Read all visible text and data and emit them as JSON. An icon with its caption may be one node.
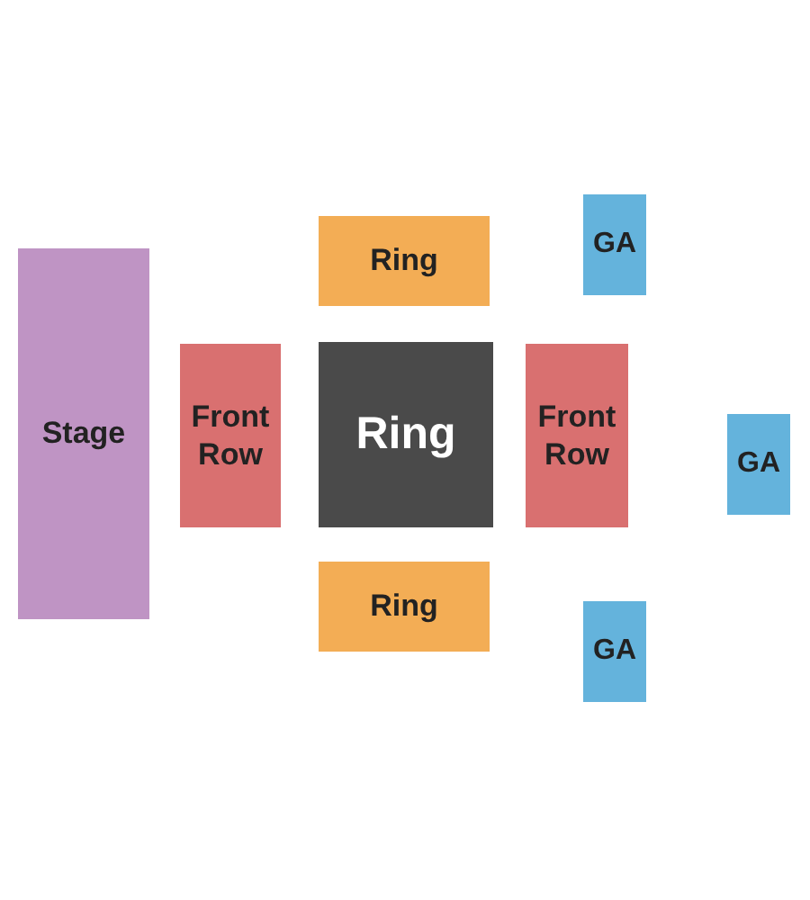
{
  "diagram": {
    "nodes": [
      {
        "text": [
          "Ring"
        ]
      },
      {
        "text": [
          "GA"
        ]
      },
      {
        "text": [
          "Stage"
        ]
      },
      {
        "text": [
          "Front Row"
        ]
      },
      {
        "text": [
          "Ring"
        ]
      },
      {
        "text": [
          "Front Row"
        ]
      },
      {
        "text": [
          "GA"
        ]
      },
      {
        "text": [
          "Ring"
        ]
      },
      {
        "text": [
          "GA"
        ]
      }
    ]
  }
}
